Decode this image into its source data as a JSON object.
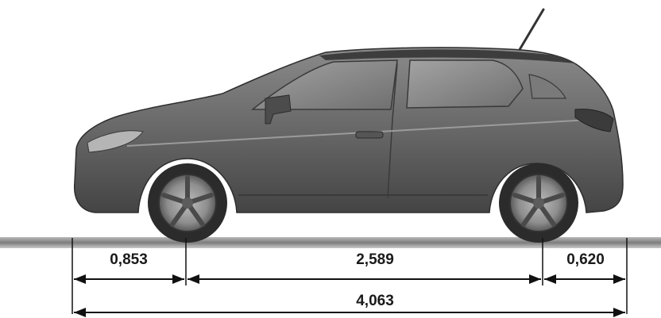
{
  "dimensions": {
    "front_overhang": "0,853",
    "wheelbase": "2,589",
    "rear_overhang": "0,620",
    "overall_length": "4,063"
  },
  "colors": {
    "body": "#6e6e6e",
    "body_dark": "#4a4a4a",
    "glass": "#8d8d8d",
    "ground": "#8a8a8a",
    "dim_line": "#111111",
    "tire": "#2b2b2b",
    "rim": "#9a9a9a"
  }
}
